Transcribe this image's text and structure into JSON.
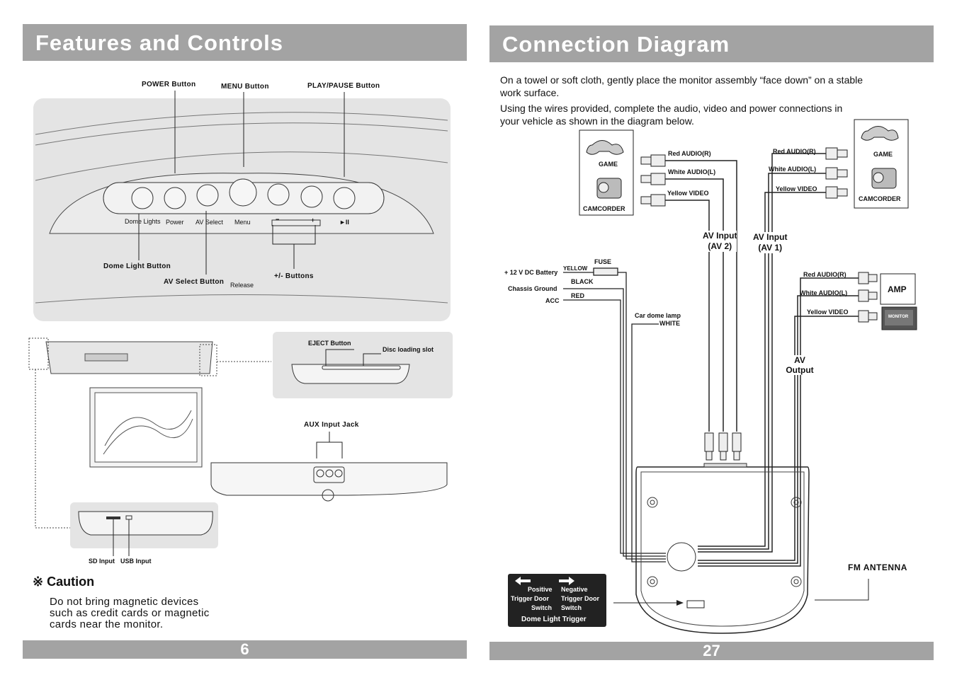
{
  "left_page": {
    "title": "Features and Controls",
    "page_number": "6",
    "callouts": {
      "power_button": "POWER Button",
      "menu_button": "MENU Button",
      "play_pause_button": "PLAY/PAUSE Button",
      "dome_light_button": "Dome Light Button",
      "av_select_button": "AV Select Button",
      "release": "Release",
      "plus_minus_buttons": "+/- Buttons",
      "eject_button": "EJECT Button",
      "disc_loading_slot": "Disc loading slot",
      "aux_input_jack": "AUX Input Jack",
      "sd_input": "SD Input",
      "usb_input": "USB Input"
    },
    "panel_labels": {
      "dome_lights": "Dome Lights",
      "power": "Power",
      "av_select": "AV Select",
      "menu": "Menu",
      "minus": "−",
      "plus": "+",
      "play_pause": "►II"
    },
    "caution": {
      "symbol": "※",
      "title": "Caution",
      "lines": [
        "Do not bring magnetic devices",
        "such as credit cards or magnetic",
        "cards near the monitor."
      ]
    }
  },
  "right_page": {
    "title": "Connection Diagram",
    "page_number": "27",
    "intro": [
      "On a towel or soft cloth, gently place the monitor assembly “face down” on a stable",
      "work surface.",
      "Using the wires provided, complete the audio, video and power connections in",
      "your vehicle as shown in the diagram below."
    ],
    "left_devices": {
      "game": "GAME",
      "camcorder": "CAMCORDER"
    },
    "right_devices": {
      "game": "GAME",
      "camcorder": "CAMCORDER"
    },
    "av2_cables": [
      "Red  AUDIO(R)",
      "White  AUDIO(L)",
      "Yellow  VIDEO"
    ],
    "av1_cables": [
      "Red  AUDIO(R)",
      "White  AUDIO(L)",
      "Yellow  VIDEO"
    ],
    "av_input_2": [
      "AV Input",
      "(AV 2)"
    ],
    "av_input_1": [
      "AV Input",
      "(AV 1)"
    ],
    "power": {
      "battery": "+ 12 V DC Battery",
      "yellow": "YELLOW",
      "fuse": "FUSE",
      "chassis": "Chassis Ground",
      "black": "BLACK",
      "acc": "ACC",
      "red": "RED",
      "dome_lamp": "Car dome lamp",
      "white": "WHITE"
    },
    "output_cables": [
      "Red  AUDIO(R)",
      "White  AUDIO(L)",
      "Yellow  VIDEO"
    ],
    "amp": "AMP",
    "monitor": "MONITOR",
    "av_output": [
      "AV",
      "Output"
    ],
    "fm_antenna": "FM  ANTENNA",
    "trigger": {
      "positive": [
        "Positive",
        "Trigger Door",
        "Switch"
      ],
      "negative": [
        "Negative",
        "Trigger Door",
        "Switch"
      ],
      "title": "Dome Light Trigger"
    }
  }
}
